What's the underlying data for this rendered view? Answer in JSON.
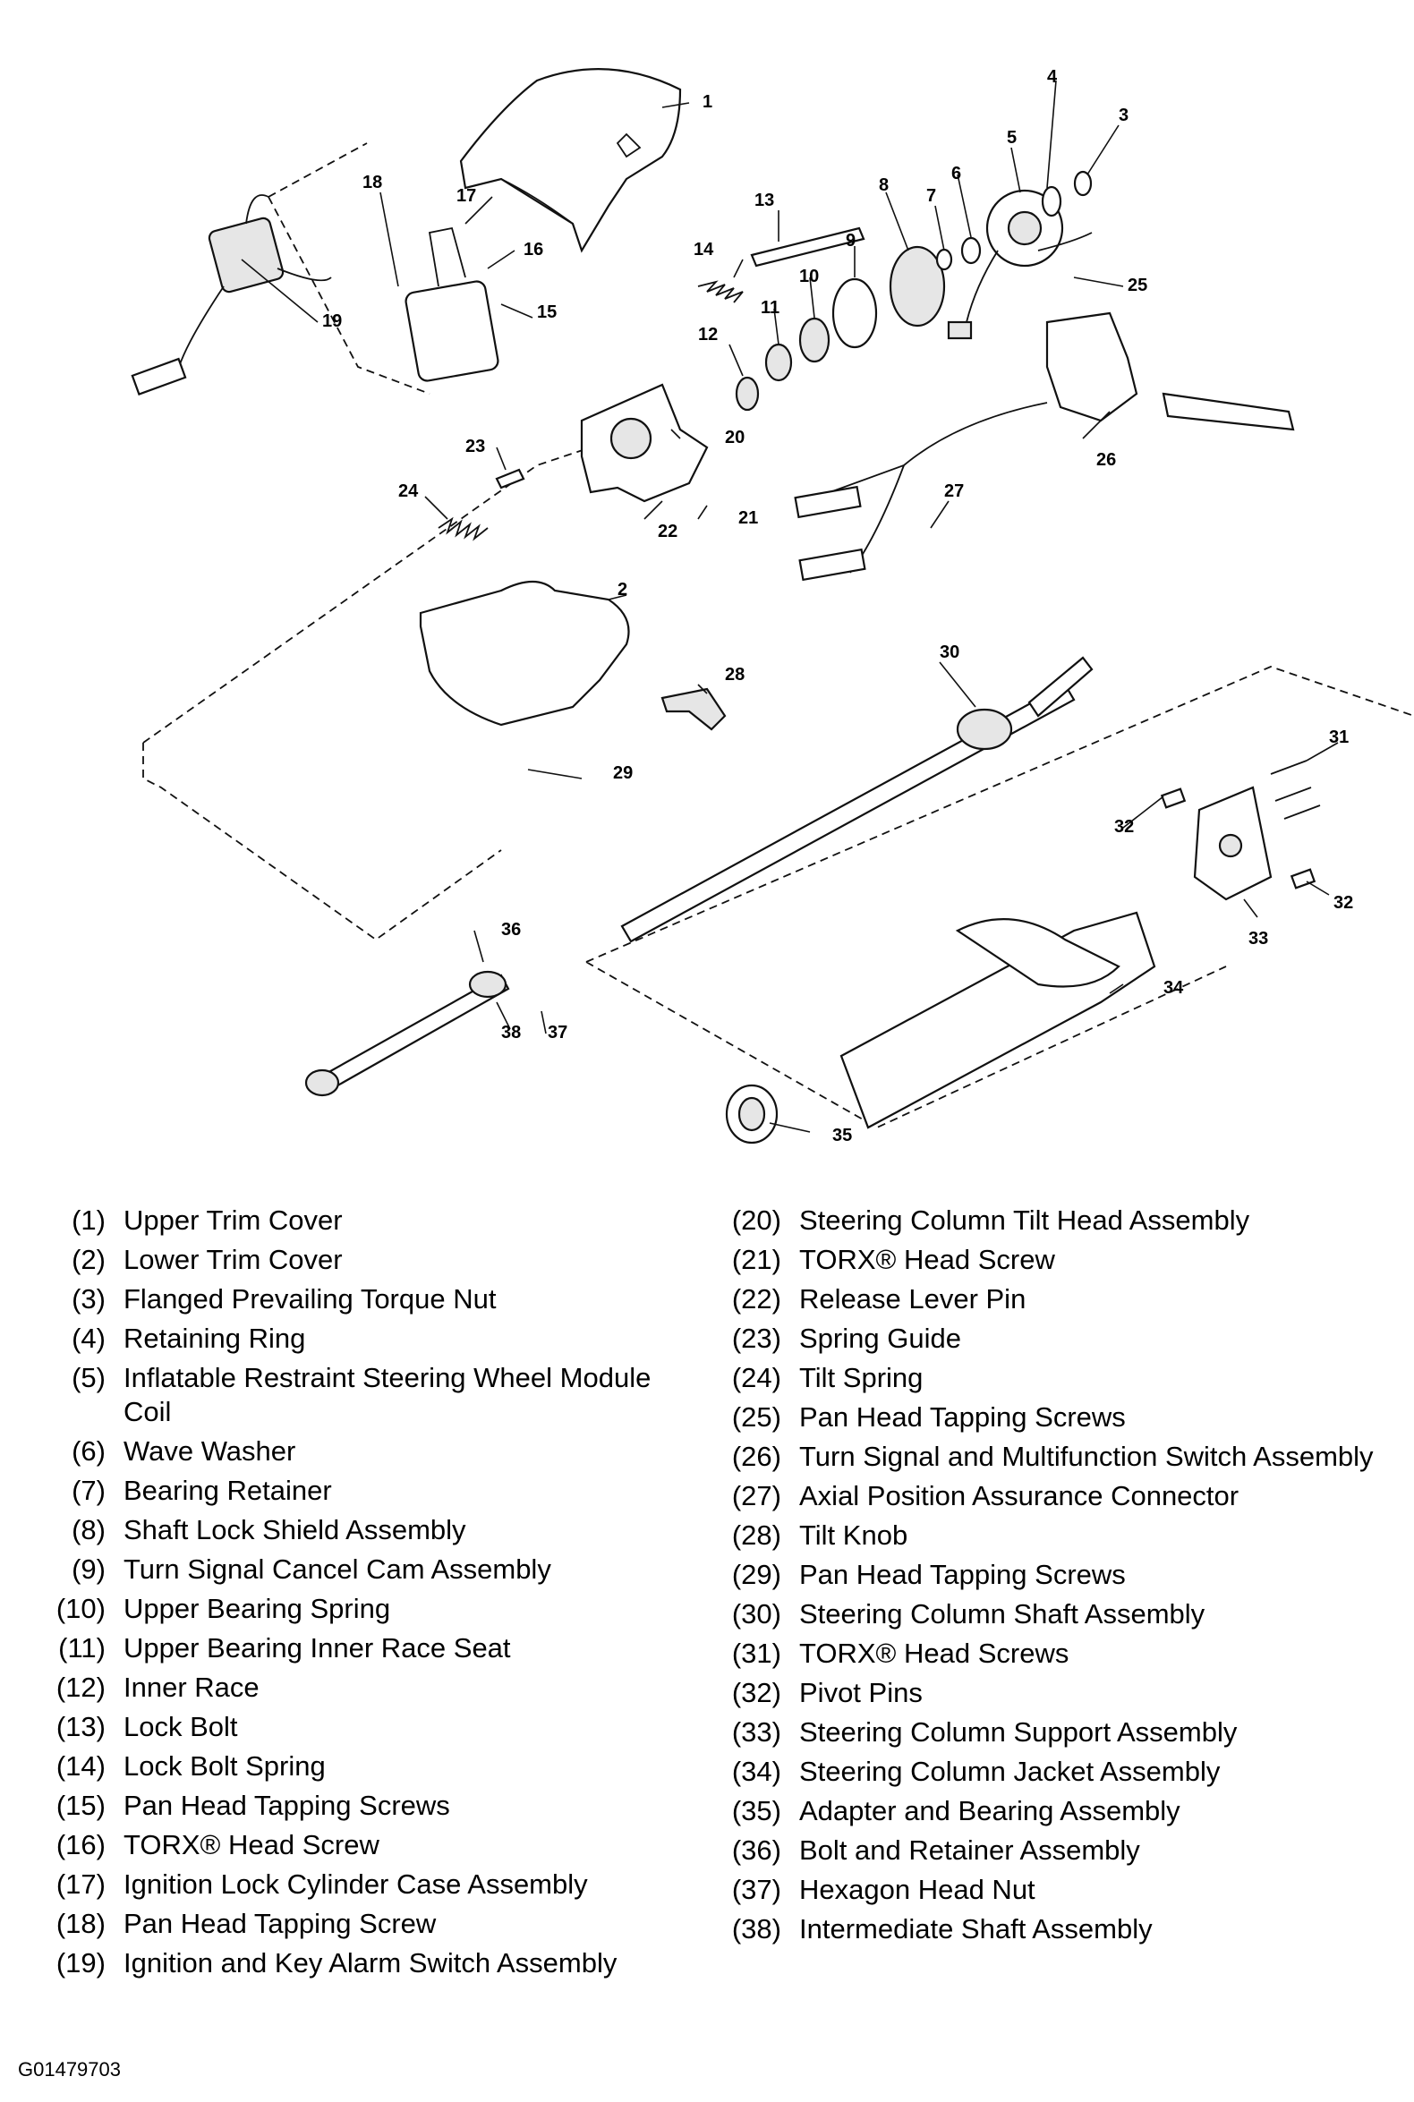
{
  "callouts": [
    "1",
    "2",
    "3",
    "4",
    "5",
    "6",
    "7",
    "8",
    "9",
    "10",
    "11",
    "12",
    "13",
    "14",
    "15",
    "16",
    "17",
    "18",
    "19",
    "20",
    "21",
    "22",
    "23",
    "24",
    "25",
    "26",
    "27",
    "28",
    "29",
    "30",
    "31",
    "32",
    "32",
    "33",
    "34",
    "35",
    "36",
    "37",
    "38"
  ],
  "legend": {
    "left": [
      {
        "num": "(1)",
        "text": "Upper Trim Cover"
      },
      {
        "num": "(2)",
        "text": "Lower Trim Cover"
      },
      {
        "num": "(3)",
        "text": "Flanged Prevailing Torque Nut"
      },
      {
        "num": "(4)",
        "text": "Retaining Ring"
      },
      {
        "num": "(5)",
        "text": "Inflatable Restraint Steering Wheel Module Coil"
      },
      {
        "num": "(6)",
        "text": "Wave Washer"
      },
      {
        "num": "(7)",
        "text": "Bearing Retainer"
      },
      {
        "num": "(8)",
        "text": "Shaft Lock Shield Assembly"
      },
      {
        "num": "(9)",
        "text": "Turn Signal Cancel Cam Assembly"
      },
      {
        "num": "(10)",
        "text": "Upper Bearing Spring"
      },
      {
        "num": "(11)",
        "text": "Upper Bearing Inner Race Seat"
      },
      {
        "num": "(12)",
        "text": "Inner Race"
      },
      {
        "num": "(13)",
        "text": "Lock Bolt"
      },
      {
        "num": "(14)",
        "text": "Lock Bolt Spring"
      },
      {
        "num": "(15)",
        "text": "Pan Head Tapping Screws"
      },
      {
        "num": "(16)",
        "text": "TORX® Head Screw"
      },
      {
        "num": "(17)",
        "text": "Ignition Lock Cylinder Case Assembly"
      },
      {
        "num": "(18)",
        "text": "Pan Head Tapping Screw"
      },
      {
        "num": "(19)",
        "text": "Ignition and Key Alarm Switch Assembly"
      }
    ],
    "right": [
      {
        "num": "(20)",
        "text": "Steering Column Tilt Head Assembly"
      },
      {
        "num": "(21)",
        "text": "TORX® Head Screw"
      },
      {
        "num": "(22)",
        "text": "Release Lever Pin"
      },
      {
        "num": "(23)",
        "text": "Spring Guide"
      },
      {
        "num": "(24)",
        "text": "Tilt Spring"
      },
      {
        "num": "(25)",
        "text": "Pan Head Tapping Screws"
      },
      {
        "num": "(26)",
        "text": "Turn Signal and Multifunction Switch Assembly"
      },
      {
        "num": "(27)",
        "text": "Axial Position Assurance Connector"
      },
      {
        "num": "(28)",
        "text": "Tilt Knob"
      },
      {
        "num": "(29)",
        "text": "Pan Head Tapping Screws"
      },
      {
        "num": "(30)",
        "text": "Steering Column Shaft Assembly"
      },
      {
        "num": "(31)",
        "text": "TORX® Head Screws"
      },
      {
        "num": "(32)",
        "text": "Pivot Pins"
      },
      {
        "num": "(33)",
        "text": "Steering Column Support Assembly"
      },
      {
        "num": "(34)",
        "text": "Steering Column Jacket Assembly"
      },
      {
        "num": "(35)",
        "text": "Adapter and Bearing Assembly"
      },
      {
        "num": "(36)",
        "text": "Bolt and Retainer Assembly"
      },
      {
        "num": "(37)",
        "text": "Hexagon Head Nut"
      },
      {
        "num": "(38)",
        "text": "Intermediate Shaft Assembly"
      }
    ]
  },
  "figure_id": "G01479703"
}
